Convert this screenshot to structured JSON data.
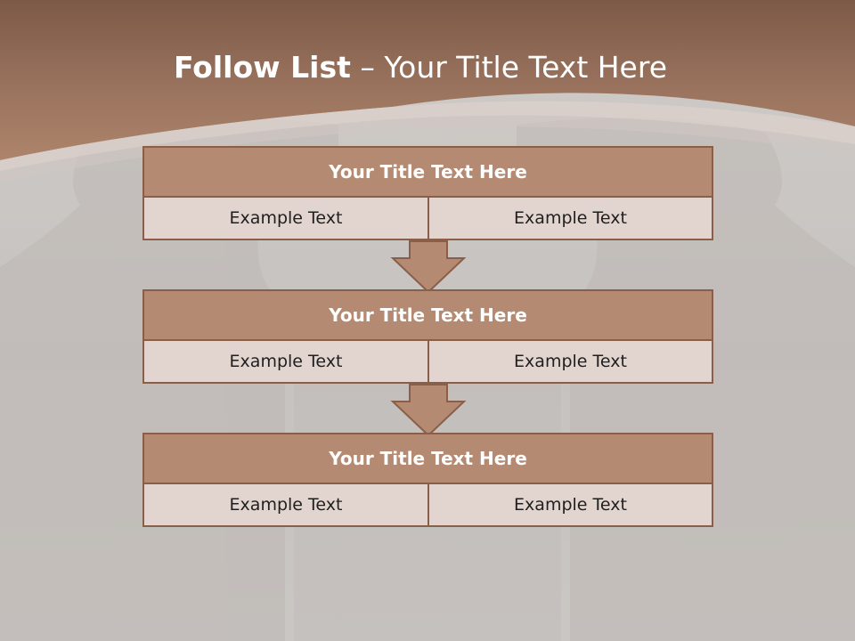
{
  "slide": {
    "title_bold": "Follow List",
    "title_rest": "– Your Title Text Here"
  },
  "steps": [
    {
      "title": "Your Title Text Here",
      "left_text": "Example Text",
      "right_text": "Example Text"
    },
    {
      "title": "Your Title Text Here",
      "left_text": "Example Text",
      "right_text": "Example Text"
    },
    {
      "title": "Your Title Text Here",
      "left_text": "Example Text",
      "right_text": "Example Text"
    }
  ],
  "colors": {
    "banner": "#a87c64",
    "header_fill": "#b48a72",
    "border": "#8a5e48",
    "cell_fill": "#e2d4cf",
    "arrow_fill": "#b48a72",
    "background": "#c9c5c2"
  }
}
